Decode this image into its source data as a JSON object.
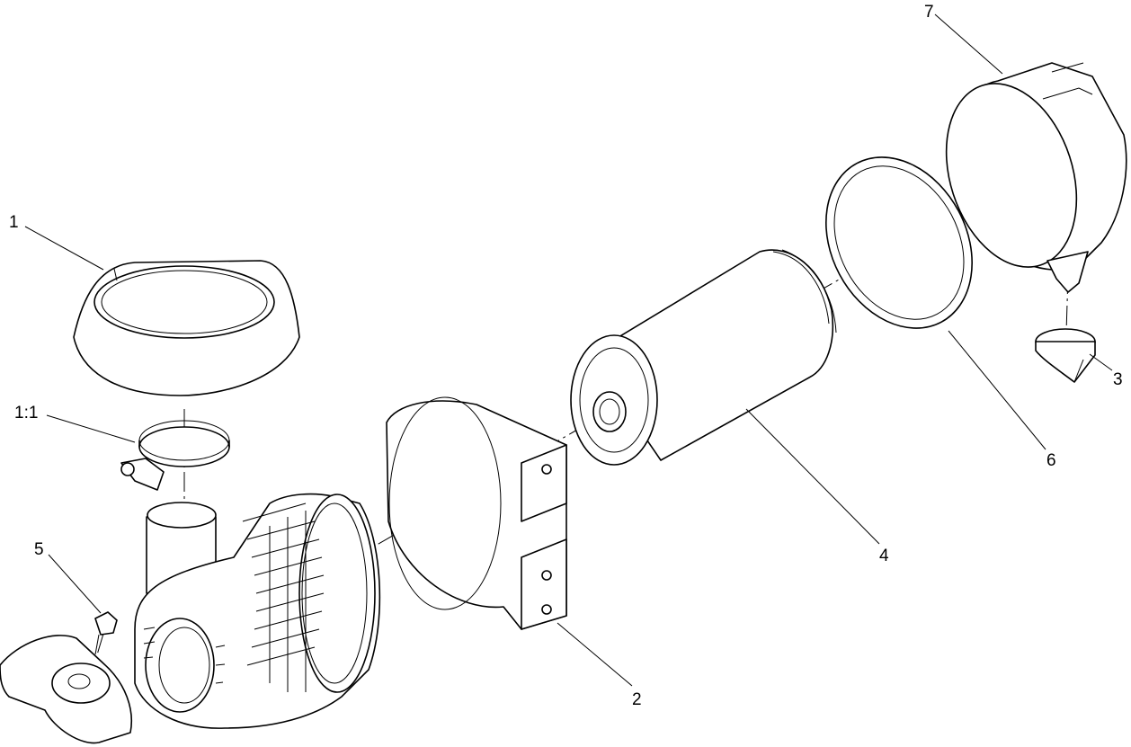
{
  "diagram": {
    "type": "exploded-parts-view",
    "callouts": {
      "c1": "1",
      "c1_1": "1:1",
      "c2": "2",
      "c3": "3",
      "c4": "4",
      "c5": "5",
      "c6": "6",
      "c7": "7"
    }
  }
}
